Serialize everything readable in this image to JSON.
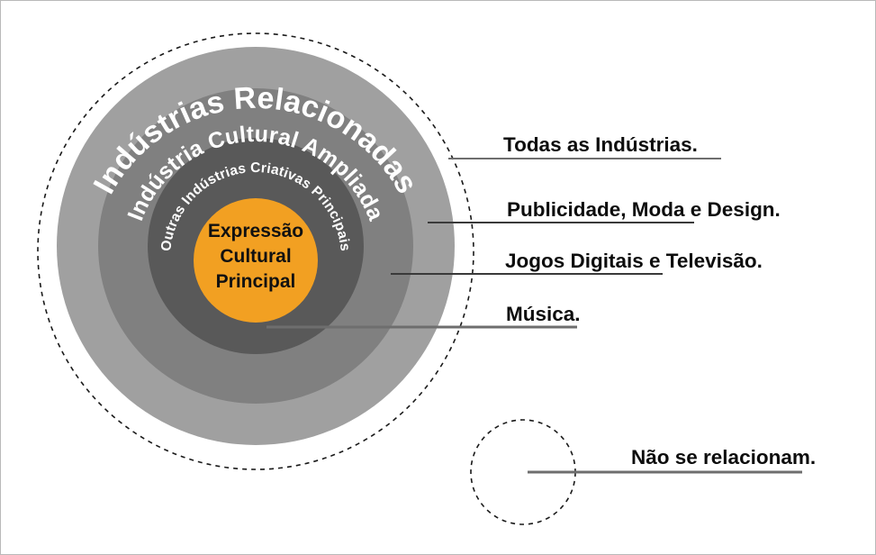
{
  "diagram": {
    "rings": [
      {
        "id": "outer-dashed",
        "label": "",
        "style": "dashed-outline",
        "fill": "none",
        "stroke": "#1a1a1a"
      },
      {
        "id": "industrias-relacionadas",
        "label": "Indústrias Relacionadas",
        "fill": "#a0a0a0",
        "text_color": "#ffffff"
      },
      {
        "id": "industria-cultural-ampliada",
        "label": "Indústria Cultural Ampliada",
        "fill": "#808080",
        "text_color": "#ffffff"
      },
      {
        "id": "outras-industrias-criativas-principais",
        "label": "Outras Indústrias Criativas Principais",
        "fill": "#595959",
        "text_color": "#ffffff"
      },
      {
        "id": "expressao-cultural-principal",
        "label": "Expressão Cultural Principal",
        "fill": "#f2a022",
        "text_color": "#111111"
      }
    ],
    "center_label_lines": [
      "Expressão",
      "Cultural",
      "Principal"
    ],
    "callouts": [
      {
        "id": "callout-todas-as-industrias",
        "text": "Todas as Indústrias.",
        "source_ring": "industrias-relacionadas"
      },
      {
        "id": "callout-publicidade-moda-design",
        "text": "Publicidade, Moda e Design.",
        "source_ring": "industria-cultural-ampliada"
      },
      {
        "id": "callout-jogos-digitais-televisao",
        "text": "Jogos Digitais e Televisão.",
        "source_ring": "outras-industrias-criativas-principais"
      },
      {
        "id": "callout-musica",
        "text": "Música.",
        "source_ring": "expressao-cultural-principal"
      },
      {
        "id": "callout-nao-se-relacionam",
        "text": "Não se relacionam.",
        "source_ring": "outer-dashed"
      }
    ],
    "legend_circle": {
      "id": "nao-se-relacionam-circle",
      "style": "dashed-outline",
      "stroke": "#1a1a1a"
    },
    "colors": {
      "ring_1_light_gray": "#a0a0a0",
      "ring_2_medium_gray": "#808080",
      "ring_3_dark_gray": "#595959",
      "core_orange": "#f2a022",
      "callout_line": "#6e6e6e",
      "dashed_stroke": "#1a1a1a",
      "frame_border": "#b9b9b9"
    }
  }
}
